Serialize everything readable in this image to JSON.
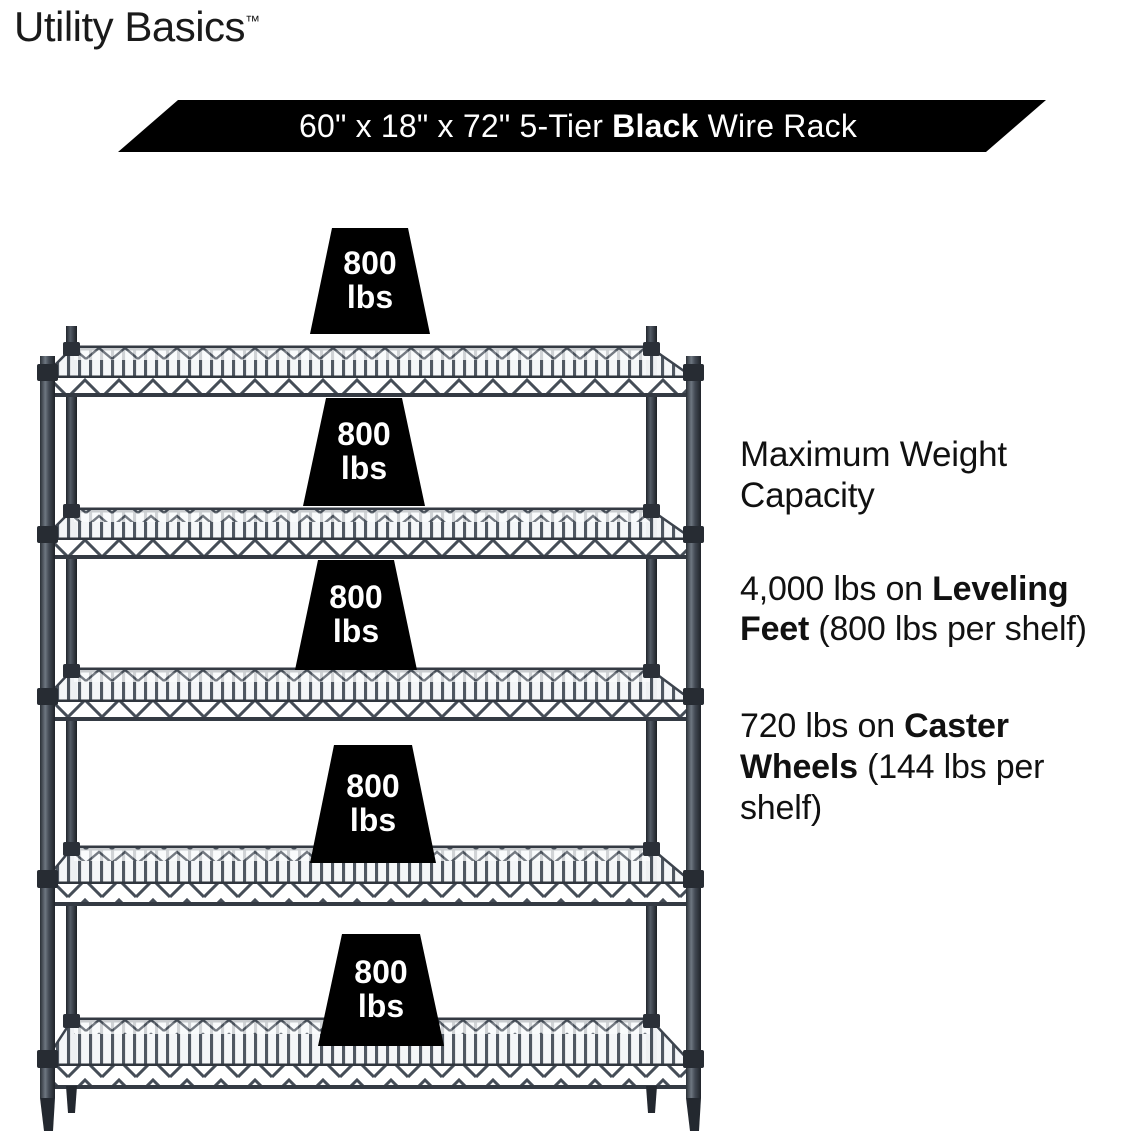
{
  "brand": {
    "name": "Utility Basics",
    "trademark": "™"
  },
  "banner": {
    "prefix": "60\" x 18\" x 72\" 5-Tier ",
    "emphasis": "Black",
    "suffix": " Wire Rack",
    "background_color": "#000000",
    "text_color": "#ffffff"
  },
  "product": {
    "type": "5-tier wire shelving rack",
    "width_in": "60\"",
    "depth_in": "18\"",
    "height_in": "72\"",
    "finish": "Black",
    "frame_color": "#3a4048",
    "shelf_count": 5
  },
  "shelf_labels": [
    {
      "value": "800",
      "unit": "lbs"
    },
    {
      "value": "800",
      "unit": "lbs"
    },
    {
      "value": "800",
      "unit": "lbs"
    },
    {
      "value": "800",
      "unit": "lbs"
    },
    {
      "value": "800",
      "unit": "lbs"
    }
  ],
  "capacity": {
    "heading_line1": "Maximum Weight",
    "heading_line2": "Capacity",
    "items": [
      {
        "lead": "4,000 lbs on ",
        "emphasis": "Leveling Feet",
        "tail": " (800 lbs per shelf)"
      },
      {
        "lead": "720 lbs on ",
        "emphasis": "Caster Wheels",
        "tail": " (144 lbs per shelf)"
      }
    ]
  }
}
